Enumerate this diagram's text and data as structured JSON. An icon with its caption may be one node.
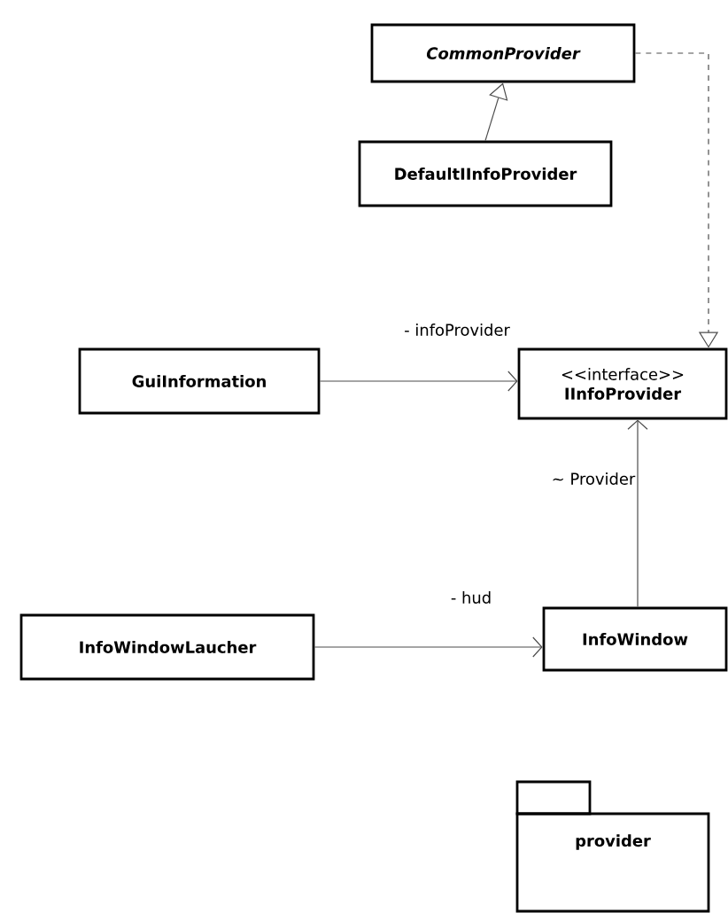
{
  "diagram": {
    "nodes": [
      {
        "text": [
          "CommonProvider"
        ]
      },
      {
        "text": [
          "DefaultIInfoProvider"
        ]
      },
      {
        "text": [
          "GuiInformation"
        ]
      },
      {
        "text": [
          "<<interface>>",
          "IInfoProvider"
        ]
      },
      {
        "text": [
          "InfoWindowLaucher"
        ]
      },
      {
        "text": [
          "InfoWindow"
        ]
      },
      {
        "text": [
          "provider"
        ]
      }
    ],
    "edges": [
      {
        "from": 1,
        "to": 0,
        "arrow": "to"
      },
      {
        "from": 0,
        "to": 3,
        "arrow": "to",
        "style": "dashed"
      },
      {
        "from": 2,
        "to": 3,
        "arrow": "to",
        "label": "- infoProvider"
      },
      {
        "from": 5,
        "to": 3,
        "arrow": "to",
        "label": "~ Provider"
      },
      {
        "from": 4,
        "to": 5,
        "arrow": "to",
        "label": "- hud"
      }
    ]
  }
}
